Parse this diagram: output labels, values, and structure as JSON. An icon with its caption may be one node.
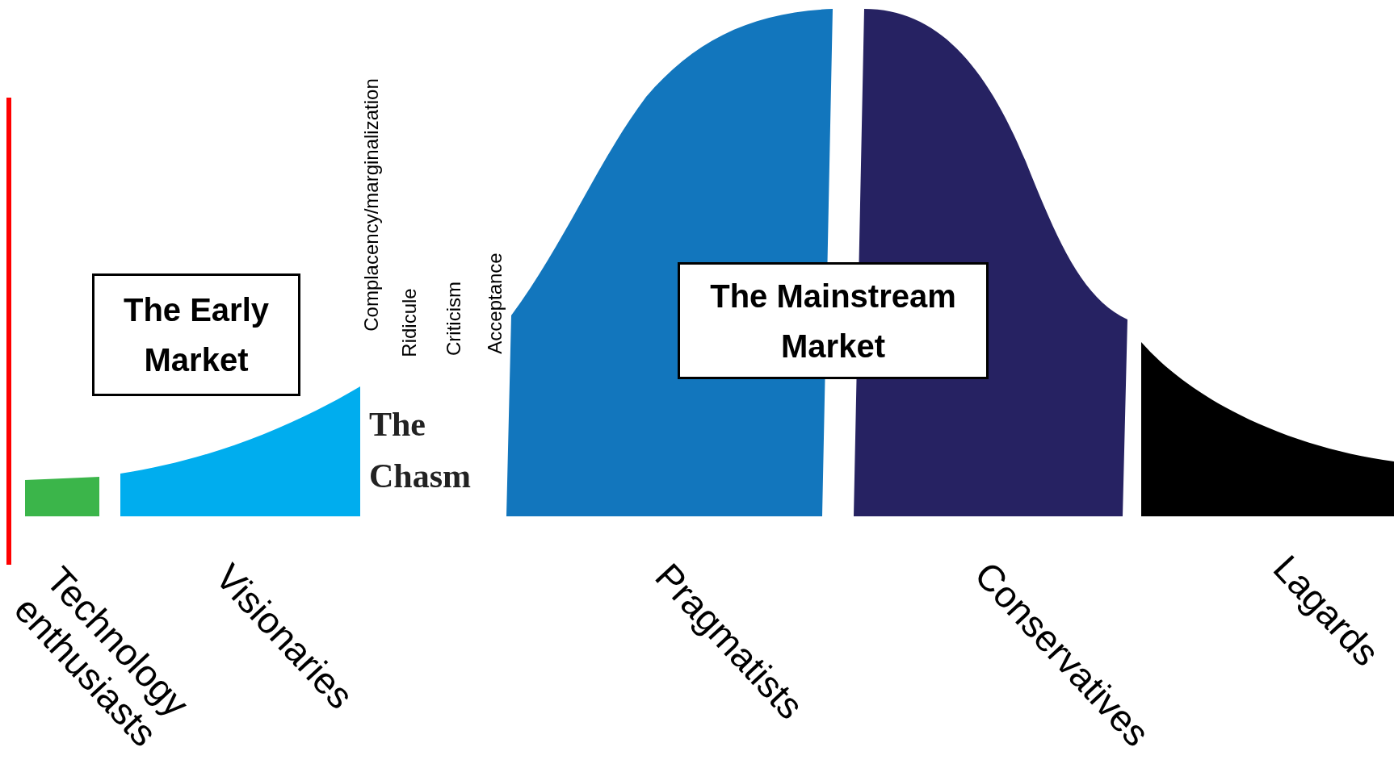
{
  "diagram": {
    "nodes": [
      {
        "text": [
          "The Early Market"
        ]
      },
      {
        "text": [
          "The Mainstream Market"
        ]
      }
    ],
    "labels": [
      "Complacency/marginalization",
      "Ridicule",
      "Criticism",
      "Acceptance",
      "The Chasm",
      "Technology enthusiasts",
      "Visionaries",
      "Pragmatists",
      "Conservatives",
      "Lagards"
    ]
  }
}
